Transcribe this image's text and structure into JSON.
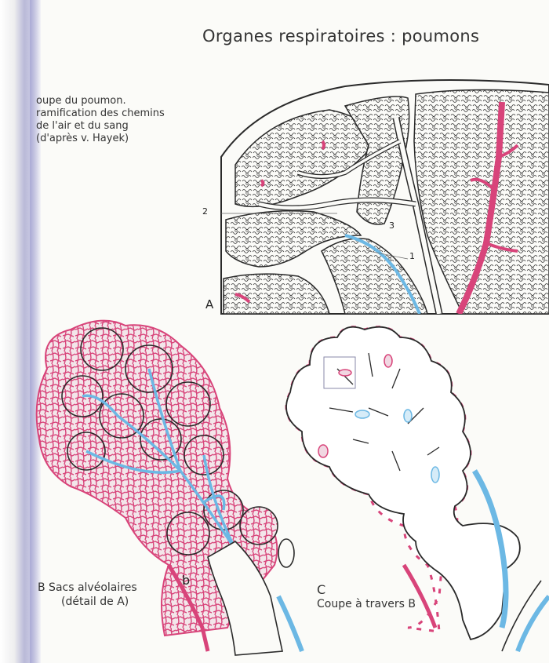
{
  "page": {
    "title": "Organes respiratoires : poumons"
  },
  "figure_a": {
    "caption_lines": [
      "oupe du poumon.",
      "ramification des chemins",
      "de l'air et du sang",
      "(d'après v. Hayek)"
    ],
    "letter": "A",
    "marker_1": "1",
    "marker_2": "2",
    "marker_3": "3"
  },
  "figure_b": {
    "caption_line1": "B Sacs alvéolaires",
    "caption_line2": "(détail de A)",
    "sub_letter": "b"
  },
  "figure_c": {
    "letter": "C",
    "caption": "Coupe à travers B"
  },
  "colors": {
    "artery_blue": "#6cb8e4",
    "vein_red": "#d8447a",
    "ink": "#2a2a2a"
  }
}
